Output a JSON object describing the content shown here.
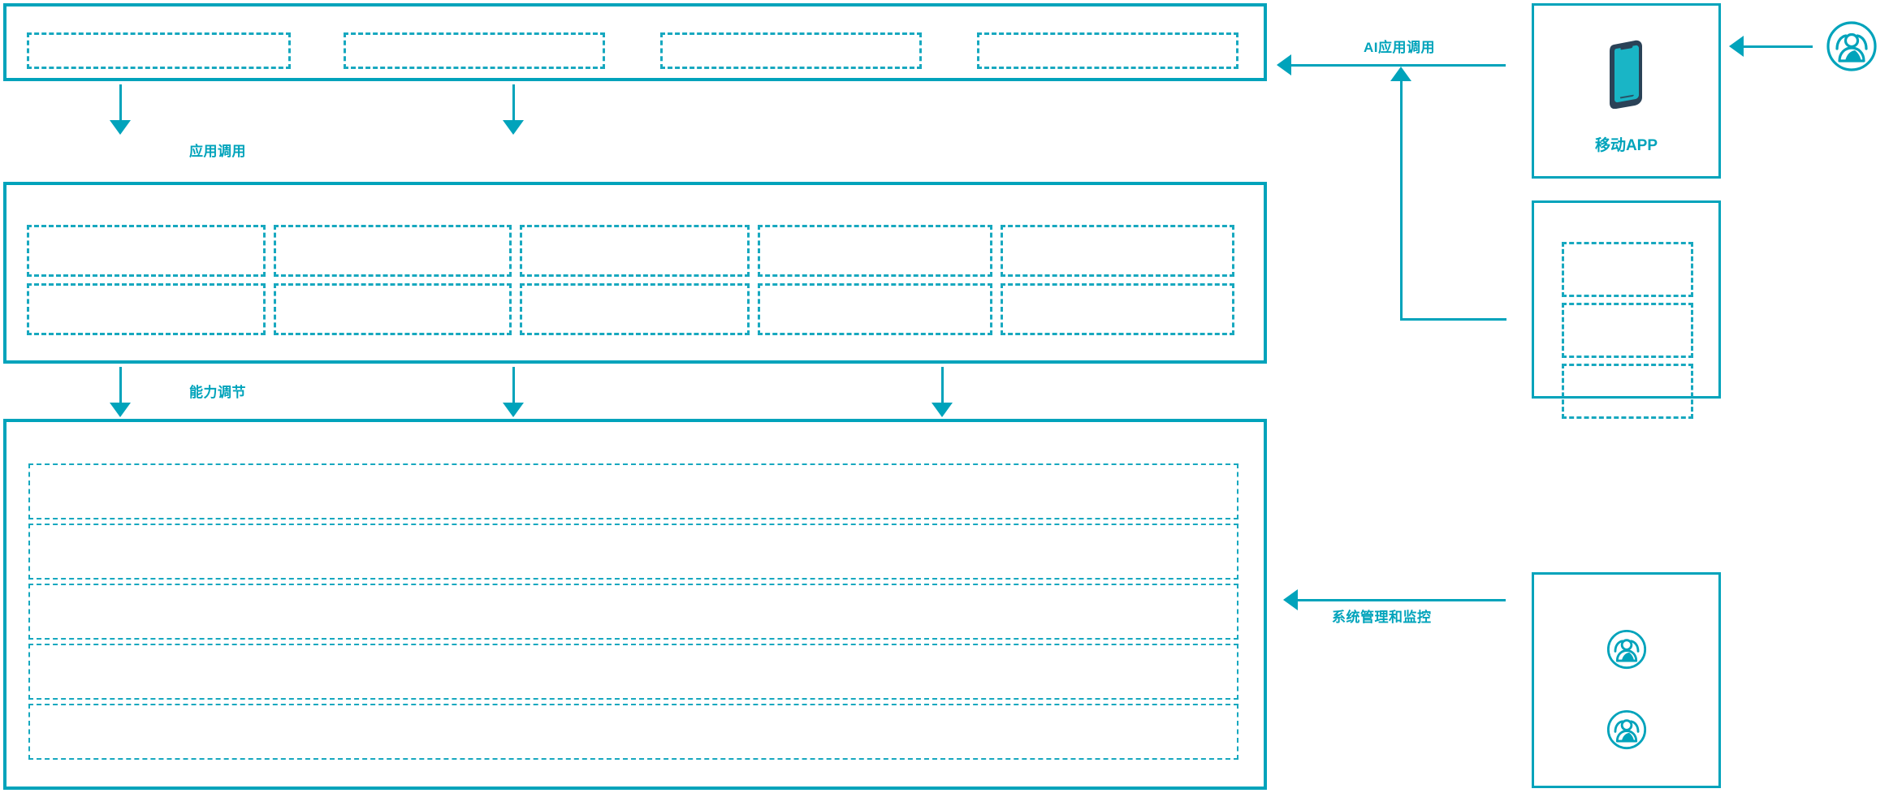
{
  "diagram": {
    "colors": {
      "accent": "#00a3bb",
      "dashed": "#17a8bf",
      "phone_screen": "#19b5c6",
      "phone_bezel": "#2b4257",
      "background": "#ffffff"
    },
    "layers": [
      {
        "name": "application-layer",
        "slots": [
          {
            "label": ""
          },
          {
            "label": ""
          },
          {
            "label": ""
          },
          {
            "label": ""
          }
        ]
      },
      {
        "name": "capability-layer",
        "columns": [
          {
            "top": {
              "label": ""
            },
            "bottom": {
              "label": ""
            }
          },
          {
            "top": {
              "label": ""
            },
            "bottom": {
              "label": ""
            }
          },
          {
            "top": {
              "label": ""
            },
            "bottom": {
              "label": ""
            }
          },
          {
            "top": {
              "label": ""
            },
            "bottom": {
              "label": ""
            }
          },
          {
            "top": {
              "label": ""
            },
            "bottom": {
              "label": ""
            }
          }
        ]
      },
      {
        "name": "platform-layer",
        "bands": [
          {
            "label": ""
          },
          {
            "label": ""
          },
          {
            "label": ""
          },
          {
            "label": ""
          },
          {
            "label": ""
          }
        ]
      }
    ],
    "flow_labels": {
      "application_call": "应用调用",
      "capability_adjust": "能力调节",
      "ai_application_call": "AI应用调用",
      "system_management_monitoring": "系统管理和监控"
    },
    "side_panels": [
      {
        "name": "mobile-app-panel",
        "caption": "移动APP",
        "icon": "mobile-phone-icon"
      },
      {
        "name": "channel-panel",
        "caption": "",
        "slots": [
          {
            "label": ""
          },
          {
            "label": ""
          },
          {
            "label": ""
          }
        ]
      },
      {
        "name": "operations-panel",
        "caption": "",
        "icons": [
          "user-group-icon",
          "user-group-icon"
        ]
      }
    ],
    "standalone_icons": [
      {
        "name": "user-group-icon"
      }
    ]
  }
}
